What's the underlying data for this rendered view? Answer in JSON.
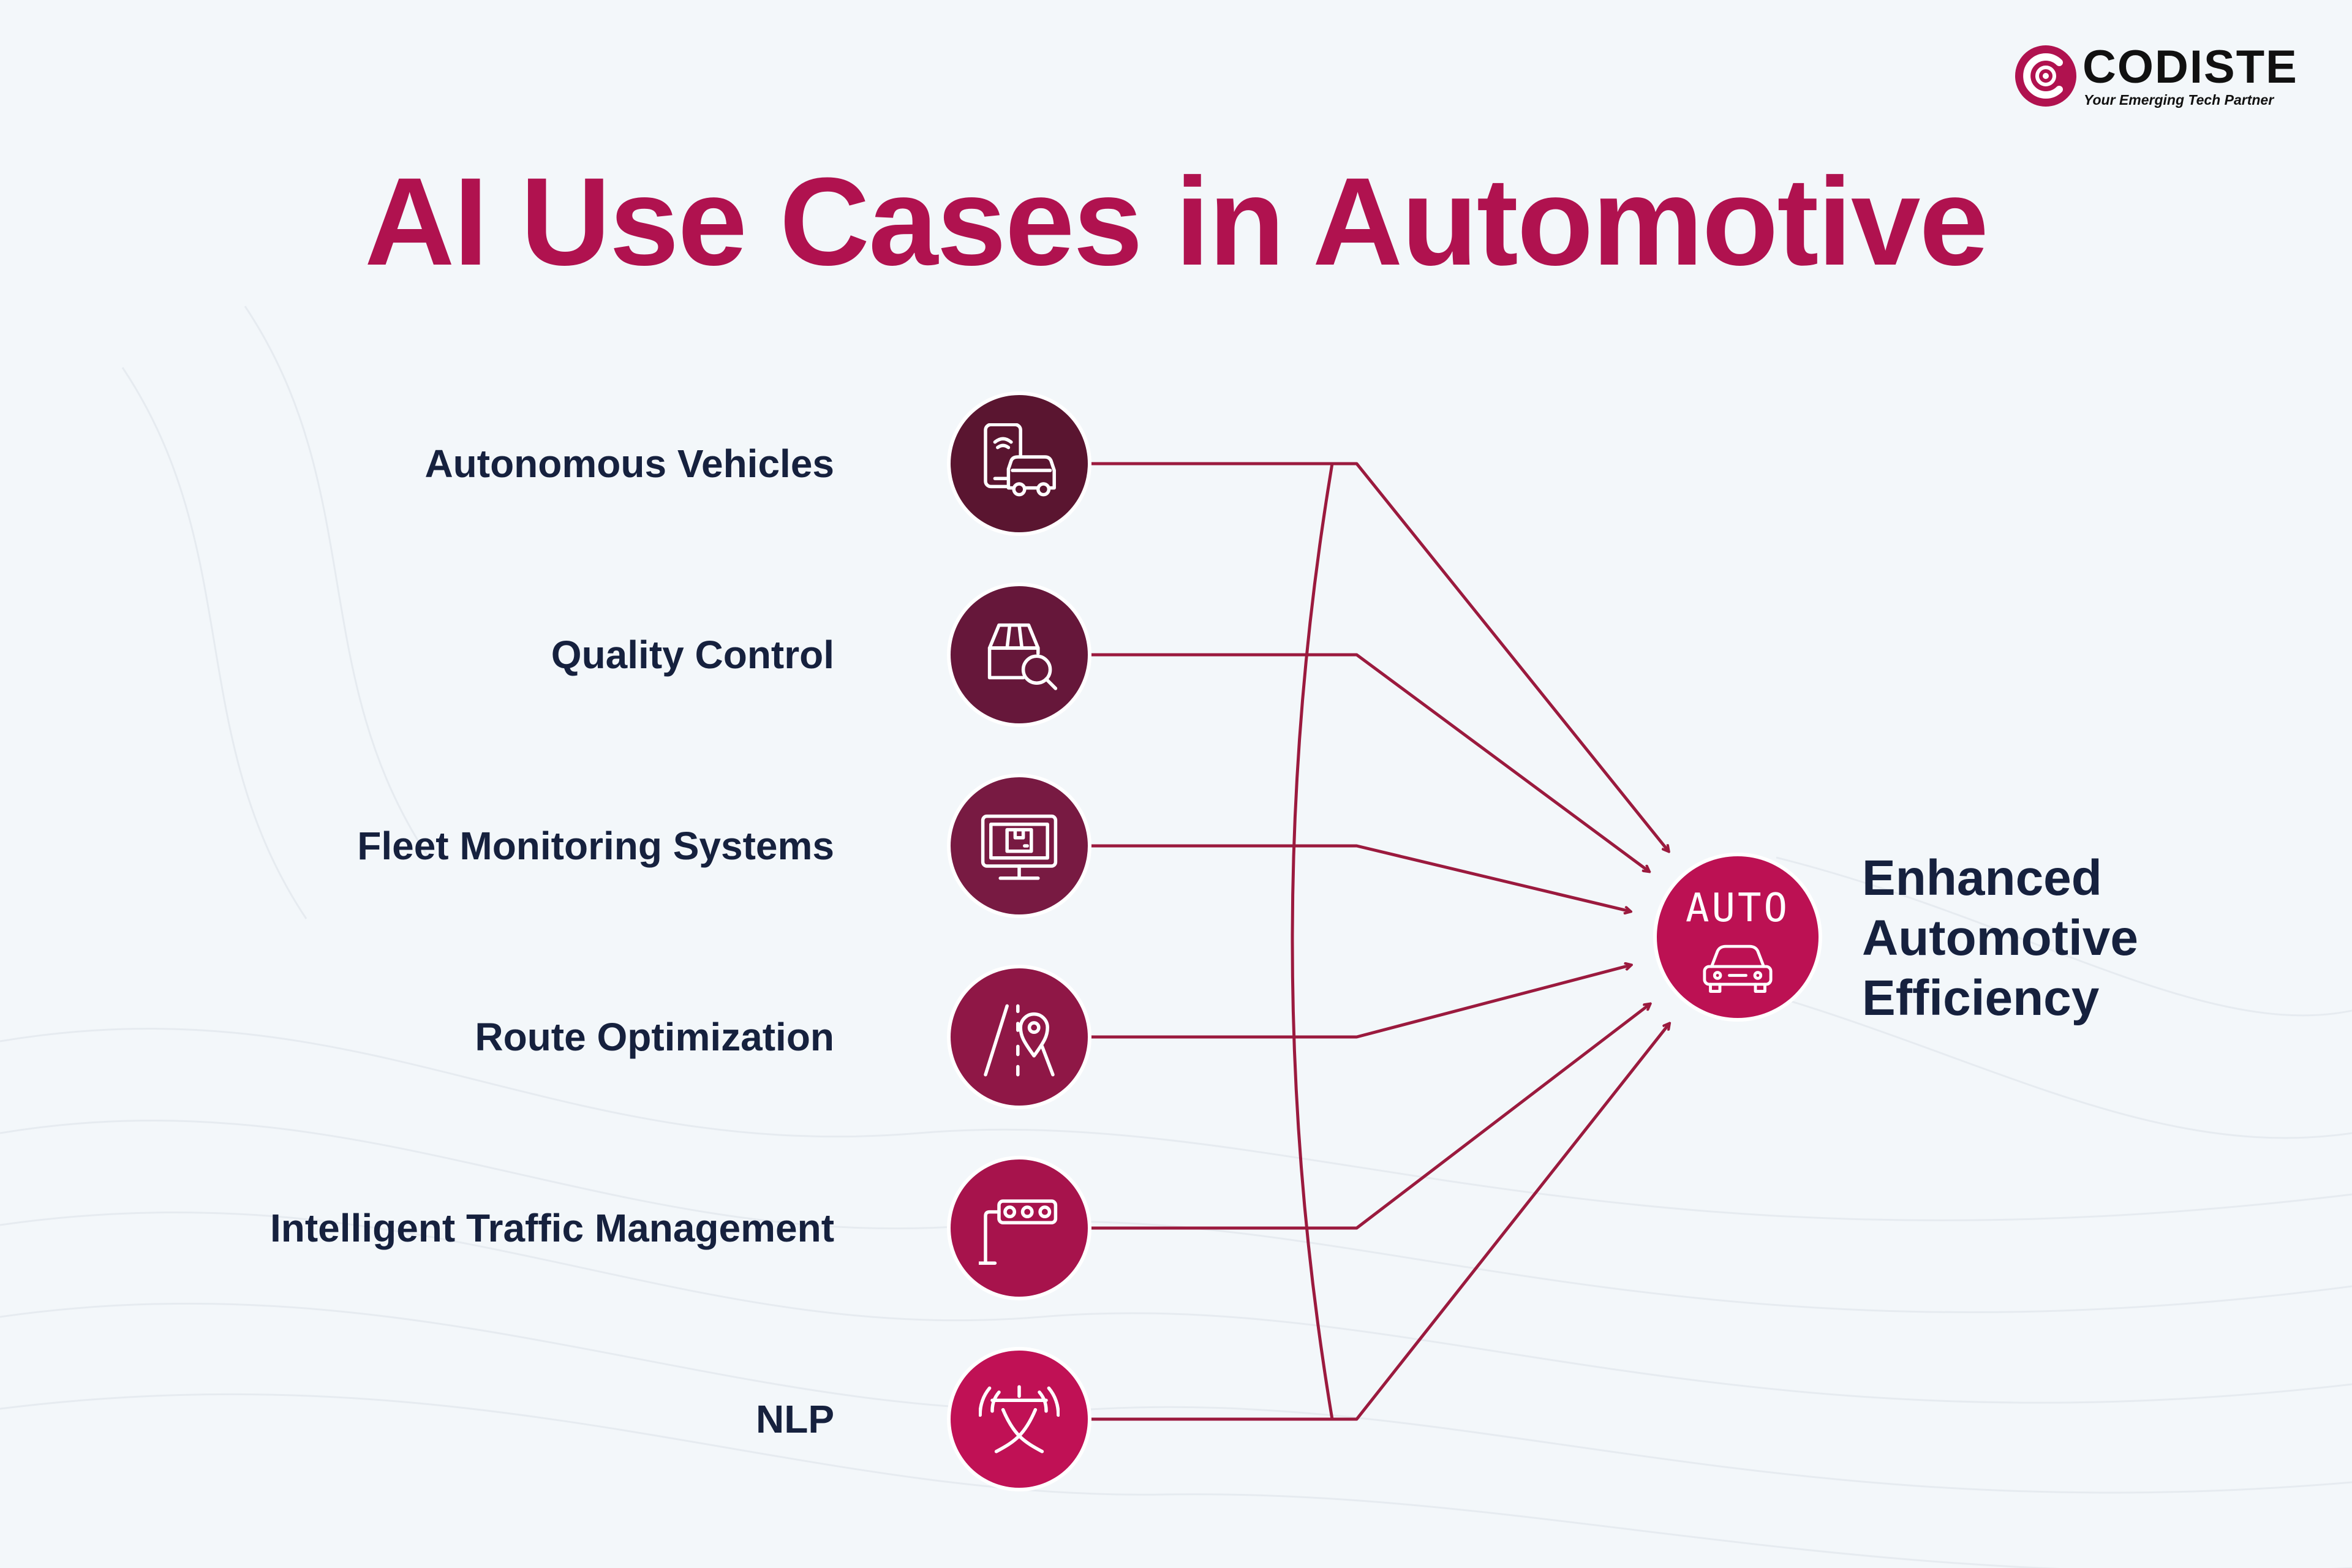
{
  "brand": {
    "name": "CODISTE",
    "tagline": "Your Emerging Tech Partner",
    "color": "#b0124f"
  },
  "title": "AI Use Cases in Automotive",
  "use_cases": [
    {
      "label": "Autonomous Vehicles",
      "icon": "autonomous-vehicle-icon",
      "color": "#5a1530"
    },
    {
      "label": "Quality Control",
      "icon": "quality-control-icon",
      "color": "#66173a"
    },
    {
      "label": "Fleet Monitoring Systems",
      "icon": "fleet-monitor-icon",
      "color": "#781a42"
    },
    {
      "label": "Route Optimization",
      "icon": "route-optimization-icon",
      "color": "#8f1746"
    },
    {
      "label": "Intelligent Traffic Management",
      "icon": "traffic-light-icon",
      "color": "#a7134c"
    },
    {
      "label": "NLP",
      "icon": "translate-icon",
      "color": "#c01155"
    }
  ],
  "outcome": {
    "badge_text": "AUTO",
    "icon": "car-icon",
    "color": "#bc1153",
    "label_lines": [
      "Enhanced",
      "Automotive",
      "Efficiency"
    ]
  },
  "connector_color": "#9b1a3e"
}
